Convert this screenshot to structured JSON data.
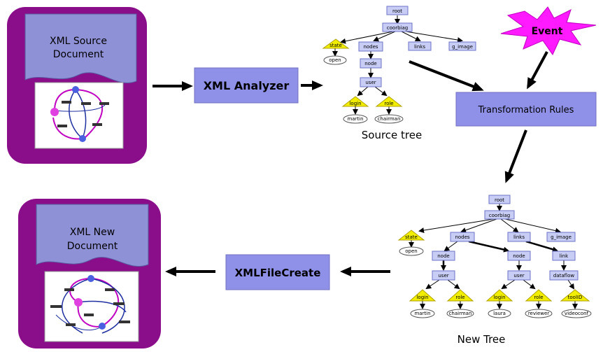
{
  "documents": {
    "source": {
      "line1": "XML Source",
      "line2": "Document"
    },
    "new": {
      "line1": "XML New",
      "line2": "Document"
    }
  },
  "processes": {
    "analyzer": "XML Analyzer",
    "rules": "Transformation Rules",
    "file_create": "XMLFileCreate"
  },
  "event": "Event",
  "captions": {
    "source_tree": "Source tree",
    "new_tree": "New Tree"
  },
  "source_tree": {
    "root": "root",
    "coorbiag": "coorbiag",
    "state": "state",
    "nodes": "nodes",
    "links": "links",
    "g_image": "g_image",
    "open": "open",
    "node": "node",
    "user": "user",
    "login": "login",
    "role": "role",
    "martin": "martin",
    "chairman": "chairman"
  },
  "new_tree": {
    "root": "root",
    "coorbiag": "coorbiag",
    "state": "state",
    "nodes": "nodes",
    "links": "links",
    "g_image": "g_image",
    "open": "open",
    "node1": "node",
    "node2": "node",
    "link": "link",
    "user1": "user",
    "user2": "user",
    "dataflow": "dataflow",
    "login1": "login",
    "role1": "role",
    "login2": "login",
    "role2": "role",
    "toolid": "toolID",
    "martin": "martin",
    "chairman": "chairman",
    "laura": "laura",
    "reviewer": "reviewer",
    "videoconf": "videoconf"
  },
  "colors": {
    "document_frame": "#8a0d8a",
    "document_page": "#8f91d6",
    "process_box": "#8f91e8",
    "tree_node": "#c8cdf5",
    "attribute_node": "#f2ee00",
    "event_star": "#ff1aff"
  }
}
